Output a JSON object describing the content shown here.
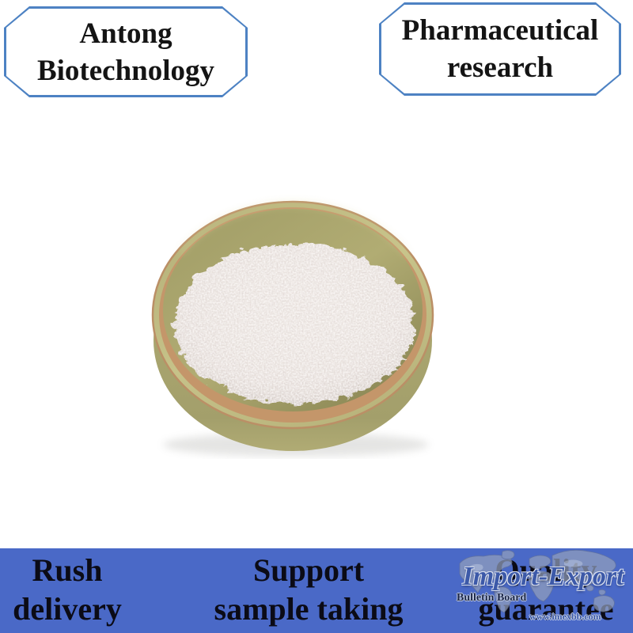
{
  "page": {
    "background": "#ffffff"
  },
  "badges": {
    "top_left": {
      "line1": "Antong",
      "line2": "Biotechnology"
    },
    "top_right": {
      "line1": "Pharmaceutical",
      "line2": "research"
    }
  },
  "photo": {
    "subject": "ceramic bowl filled with white granular powder",
    "bowl_color": "#b2ad75",
    "rim_edge_color": "#c4966a",
    "powder_color": "#e9e2de"
  },
  "banner": {
    "background_color": "#4a69c7",
    "items": [
      {
        "line1": "Rush",
        "line2": "delivery"
      },
      {
        "line1": "Support",
        "line2": "sample taking"
      },
      {
        "line1": "Quality",
        "line2": "guarantee"
      }
    ]
  },
  "watermark": {
    "title": "Import-Export",
    "subtitle": "Bulletin Board",
    "url": "www.imexbb.com",
    "accent_color": "#3c59a8"
  },
  "colors": {
    "badge_border": "#4d82c3",
    "dark_text": "#141414"
  }
}
